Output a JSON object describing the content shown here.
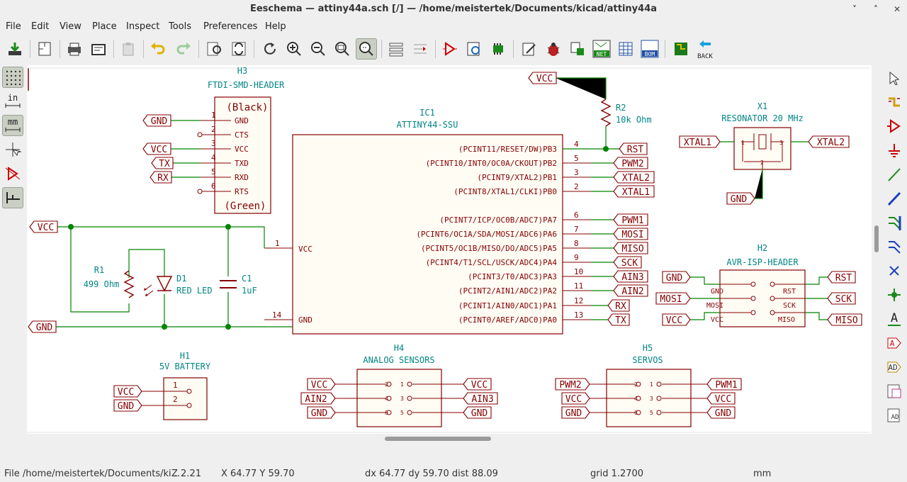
{
  "window": {
    "title": "Eeschema — attiny44a.sch [/] — /home/meistertek/Documents/kicad/attiny44a"
  },
  "menu": [
    "File",
    "Edit",
    "View",
    "Place",
    "Inspect",
    "Tools",
    "Preferences",
    "Help"
  ],
  "left_toolbar": {
    "in_label": "in",
    "mm_label": "mm"
  },
  "toolbar": {
    "back_label": "BACK",
    "net_label": "NET",
    "bom_label": "BOM"
  },
  "schematic": {
    "h3": {
      "ref": "H3",
      "value": "FTDI-SMD-HEADER",
      "top": "(Black)",
      "bottom": "(Green)",
      "pins": [
        {
          "num": "1",
          "name": "GND"
        },
        {
          "num": "2",
          "name": "CTS"
        },
        {
          "num": "3",
          "name": "VCC"
        },
        {
          "num": "4",
          "name": "TXD"
        },
        {
          "num": "5",
          "name": "RXD"
        },
        {
          "num": "6",
          "name": "RTS"
        }
      ]
    },
    "ic1": {
      "ref": "IC1",
      "value": "ATTINY44-SSU",
      "right_pins": [
        {
          "num": "4",
          "name": "(PCINT11/RESET/DW)PB3",
          "net": "RST"
        },
        {
          "num": "5",
          "name": "(PCINT10/INT0/OC0A/CKOUT)PB2",
          "net": "PWM2"
        },
        {
          "num": "3",
          "name": "(PCINT9/XTAL2)PB1",
          "net": "XTAL2"
        },
        {
          "num": "2",
          "name": "(PCINT8/XTAL1/CLKI)PB0",
          "net": "XTAL1"
        },
        {
          "num": "6",
          "name": "(PCINT7/ICP/OC0B/ADC7)PA7",
          "net": "PWM1"
        },
        {
          "num": "7",
          "name": "(PCINT6/OC1A/SDA/MOSI/ADC6)PA6",
          "net": "MOSI"
        },
        {
          "num": "8",
          "name": "(PCINT5/OC1B/MISO/DO/ADC5)PA5",
          "net": "MISO"
        },
        {
          "num": "9",
          "name": "(PCINT4/T1/SCL/USCK/ADC4)PA4",
          "net": "SCK"
        },
        {
          "num": "10",
          "name": "(PCINT3/T0/ADC3)PA3",
          "net": "AIN3"
        },
        {
          "num": "11",
          "name": "(PCINT2/AIN1/ADC2)PA2",
          "net": "AIN2"
        },
        {
          "num": "12",
          "name": "(PCINT1/AIN0/ADC1)PA1",
          "net": "RX"
        },
        {
          "num": "13",
          "name": "(PCINT0/AREF/ADC0)PA0",
          "net": "TX"
        }
      ],
      "vcc_pin": {
        "num": "1",
        "name": "VCC"
      },
      "gnd_pin": {
        "num": "14",
        "name": "GND"
      }
    },
    "r2": {
      "ref": "R2",
      "value": "10k Ohm"
    },
    "r1": {
      "ref": "R1",
      "value": "499 Ohm"
    },
    "d1": {
      "ref": "D1",
      "value": "RED LED"
    },
    "c1": {
      "ref": "C1",
      "value": "1uF"
    },
    "x1": {
      "ref": "X1",
      "value": "RESONATOR 20 MHz",
      "pins": [
        "1",
        "3",
        "2"
      ]
    },
    "h2": {
      "ref": "H2",
      "value": "AVR-ISP-HEADER",
      "left_pins": [
        "GND",
        "MOSI",
        "VCC"
      ],
      "right_pins": [
        "RST",
        "SCK",
        "MISO"
      ]
    },
    "h1": {
      "ref": "H1",
      "value": "5V BATTERY",
      "pins": [
        "1",
        "2"
      ]
    },
    "h4": {
      "ref": "H4",
      "value": "ANALOG SENSORS",
      "left_nums": [
        "2",
        "4",
        "6"
      ],
      "right_nums": [
        "1",
        "3",
        "5"
      ]
    },
    "h5": {
      "ref": "H5",
      "value": "SERVOS",
      "left_nums": [
        "2",
        "4",
        "6"
      ],
      "right_nums": [
        "1",
        "3",
        "5"
      ]
    },
    "labels": {
      "vcc": "VCC",
      "gnd": "GND",
      "tx": "TX",
      "rx": "RX",
      "rst": "RST",
      "xtal1": "XTAL1",
      "xtal2": "XTAL2",
      "mosi": "MOSI",
      "sck": "SCK",
      "miso": "MISO",
      "pwm1": "PWM1",
      "pwm2": "PWM2",
      "ain2": "AIN2",
      "ain3": "AIN3"
    }
  },
  "status": {
    "file": "File /home/meistertek/Documents/ki...",
    "zoom": "Z 2.21",
    "xy": "X 64.77  Y 59.70",
    "delta": "dx 64.77  dy 59.70  dist 88.09",
    "grid": "grid 1.2700",
    "units": "mm"
  },
  "colors": {
    "wire": "#008400",
    "symbol": "#840000",
    "bg": "#ffffff"
  }
}
